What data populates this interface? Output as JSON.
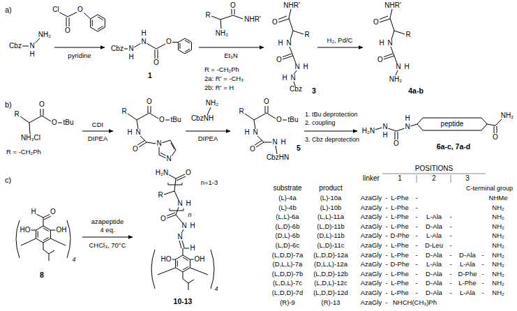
{
  "diagram": {
    "labels": [
      "a)",
      "Cbz",
      "N",
      "H",
      "NH₂",
      "Cl",
      "O",
      "O",
      "pyridine",
      "Cbz",
      "N",
      "H",
      "N",
      "H",
      "O",
      "O",
      "1",
      "R",
      "O",
      "NHR'",
      "NH₂",
      "Et₃N",
      "R = -CH₂Ph",
      "2a: R' = -CH₃",
      "2b: R' = H",
      "NHR'",
      "O",
      "R",
      "N",
      "H",
      "O",
      "N",
      "H",
      "N",
      "H",
      "Cbz",
      "3",
      "H₂, Pd/C",
      "NHR'",
      "O",
      "R",
      "N",
      "H",
      "O",
      "N",
      "H",
      "NH₂",
      "4a-b",
      "b)",
      "R",
      "O",
      "O",
      "tBu",
      "NH₃Cl",
      "R = -CH₂Ph",
      "CDI",
      "DIPEA",
      "R",
      "O",
      "O",
      "tBu",
      "N",
      "H",
      "O",
      "N",
      "N",
      "NH₂",
      "CbzNH",
      "DIPEA",
      "R",
      "O",
      "O",
      "tBu",
      "N",
      "H",
      "O",
      "N",
      "H",
      "CbzHN",
      "5",
      "1. tBu deprotection",
      "2. coupling",
      "3. Cbz deprotection",
      "H₂N",
      "N",
      "H",
      "O",
      "N",
      "H",
      "peptide",
      "O",
      "NH₂",
      "6a-c, 7a-d",
      "c)",
      "H",
      "O",
      "HO",
      "OH",
      "4",
      "8",
      "azapeptide",
      "4 eq.",
      "CHCl₃, 70°C",
      "H₂N",
      "O",
      "R",
      "N",
      "H",
      "n",
      "O",
      "N",
      "H",
      "N",
      "H",
      "HO",
      "OH",
      "4",
      "10-13",
      "n=1-3",
      "substrate",
      "product",
      "linker",
      "POSITIONS",
      "1",
      "2",
      "3",
      "C-terminal group",
      "(L)-4a",
      "(L)-10a",
      "AzaGly",
      "-",
      "L-Phe",
      "-",
      "NHMe",
      "(L)-4b",
      "(L)-10b",
      "AzaGly",
      "-",
      "L-Phe",
      "-",
      "NH₂",
      "(L,L)-6a",
      "(L,L)-11a",
      "AzaGly",
      "-",
      "L-Phe",
      "-",
      "L-Ala",
      "-",
      "NH₂",
      "(L,D)-6b",
      "(L,D)-11b",
      "AzaGly",
      "-",
      "L-Phe",
      "-",
      "D-Ala",
      "-",
      "NH₂",
      "(D,L)-6b",
      "(D,L)-11b",
      "AzaGly",
      "-",
      "D-Phe",
      "-",
      "L-Ala",
      "-",
      "NH₂",
      "(L,D)-6c",
      "(L,D)-11c",
      "AzaGly",
      "-",
      "L-Phe",
      "-",
      "D-Leu",
      "-",
      "NH₂",
      "(L,D,D)-7a",
      "(L,D,D)-12a",
      "AzaGly",
      "-",
      "L-Phe",
      "-",
      "D-Ala",
      "-",
      "D-Ala",
      "-",
      "NH₂",
      "(D,L,L)-7a",
      "(D,L,L)-12a",
      "AzaGly",
      "-",
      "D-Phe",
      "-",
      "L-Ala",
      "-",
      "L-Ala",
      "-",
      "NH₂",
      "(L,D,D)-7b",
      "(L,D,D)-12b",
      "AzaGly",
      "-",
      "L-Phe",
      "-",
      "D-Ala",
      "-",
      "D-Phe",
      "-",
      "NH₂",
      "(L,D,L)-7c",
      "(L,D,L)-12c",
      "AzaGly",
      "-",
      "L-Phe",
      "-",
      "D-Ala",
      "-",
      "L-Phe",
      "-",
      "NH₂",
      "(L,D,D)-7d",
      "(L,D,D)-12d",
      "AzaGly",
      "-",
      "L-Phe",
      "-",
      "D-Ala",
      "-",
      "L-Ala",
      "-",
      "NH₂",
      "(R)-9",
      "(R)-13",
      "AzaGly",
      "-",
      "NHCH(CH₃)Ph"
    ]
  }
}
